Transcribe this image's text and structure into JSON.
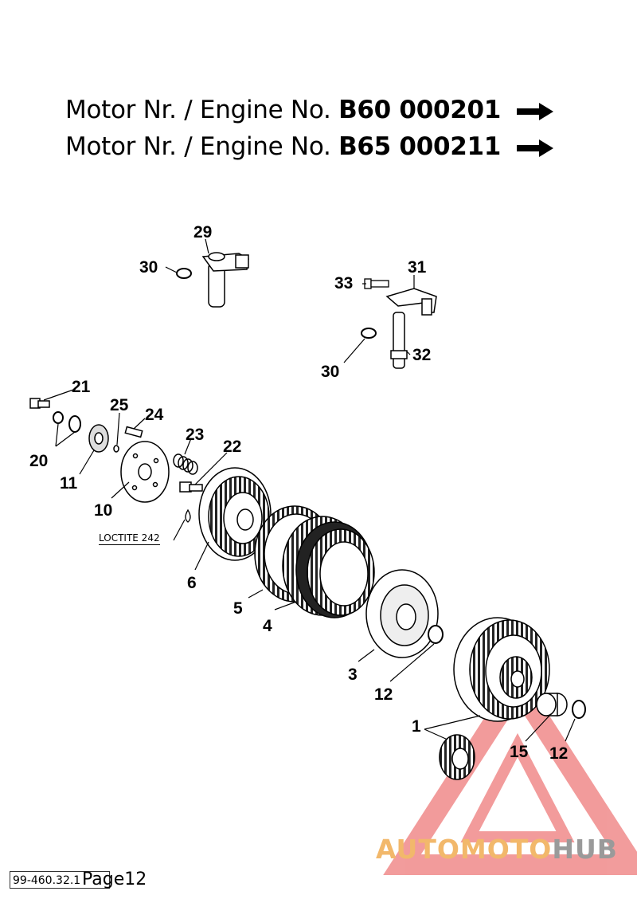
{
  "header": {
    "line1_prefix": "Motor Nr. / Engine No.",
    "line1_number": "B60 000201",
    "line2_prefix": "Motor Nr. / Engine No.",
    "line2_number": "B65 000211"
  },
  "callouts": {
    "c29": "29",
    "c30a": "30",
    "c33": "33",
    "c31": "31",
    "c32": "32",
    "c30b": "30",
    "c21": "21",
    "c25": "25",
    "c24": "24",
    "c23": "23",
    "c22": "22",
    "c20": "20",
    "c11": "11",
    "c10": "10",
    "c6": "6",
    "c5": "5",
    "c4": "4",
    "c3": "3",
    "c12a": "12",
    "c1": "1",
    "c15": "15",
    "c12b": "12"
  },
  "loctite_label": "LOCTITE 242",
  "footer": {
    "doc_number": "99-460.32.1",
    "page_label": "Page12"
  },
  "watermark": {
    "brand_part1": "AUTOMOTO",
    "brand_part2": "HUB",
    "color_primary": "#e84a4a",
    "color_secondary": "#f2b86b",
    "color_gray": "#9a9a9a"
  }
}
